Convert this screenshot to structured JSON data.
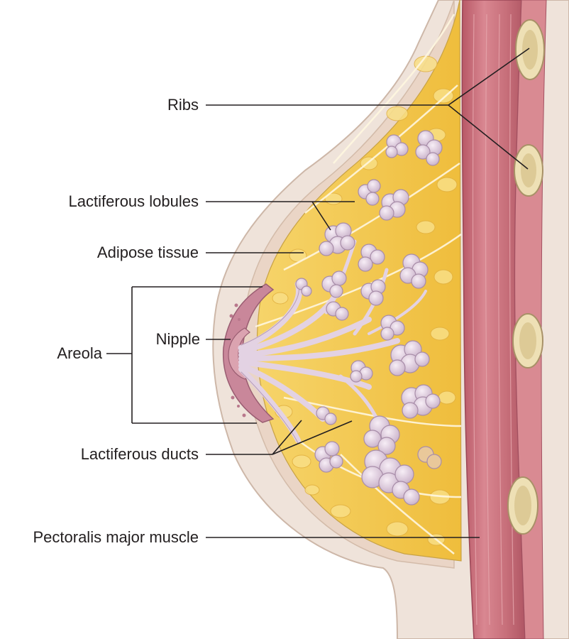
{
  "labels": {
    "ribs": "Ribs",
    "lactiferous_lobules": "Lactiferous lobules",
    "adipose_tissue": "Adipose tissue",
    "areola": "Areola",
    "nipple": "Nipple",
    "lactiferous_ducts": "Lactiferous ducts",
    "pectoralis_major_muscle": "Pectoralis major muscle"
  },
  "colors": {
    "skin": "#efe3da",
    "skin_edge": "#d9c6b8",
    "fat": "#f3c64a",
    "fat_light": "#f8dc7a",
    "gland": "#e4d3e3",
    "gland_edge": "#b9a0bb",
    "duct": "#e9dce8",
    "areola": "#c9879a",
    "muscle": "#c86e78",
    "muscle_light": "#e09aa0",
    "rib": "#eee0b5",
    "rib_edge": "#b9a57a",
    "leader": "#231f20"
  }
}
